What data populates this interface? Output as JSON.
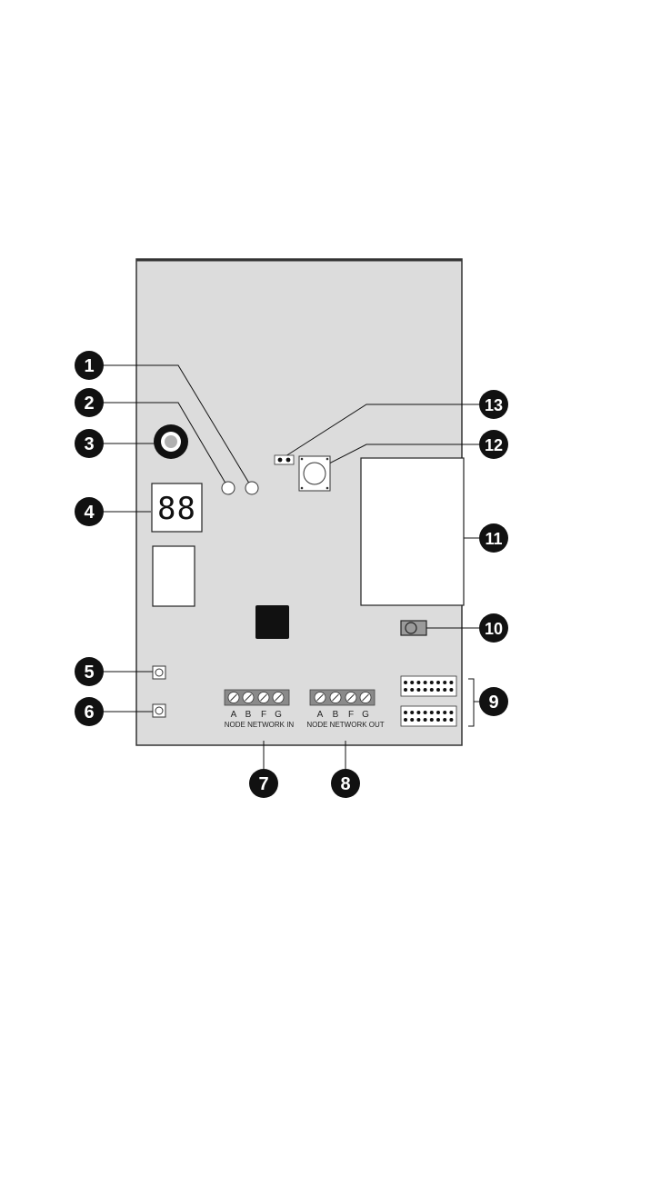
{
  "display": {
    "digits": "88"
  },
  "terminal_blocks": [
    {
      "id": "in",
      "letters": [
        "A",
        "B",
        "F",
        "G"
      ],
      "caption": "NODE NETWORK IN"
    },
    {
      "id": "out",
      "letters": [
        "A",
        "B",
        "F",
        "G"
      ],
      "caption": "NODE NETWORK OUT"
    }
  ],
  "callouts": [
    "1",
    "2",
    "3",
    "4",
    "5",
    "6",
    "7",
    "8",
    "9",
    "10",
    "11",
    "12",
    "13"
  ],
  "colors": {
    "board": "#dcdcdc",
    "callout": "#111111",
    "terminal": "#8a8a8a"
  }
}
